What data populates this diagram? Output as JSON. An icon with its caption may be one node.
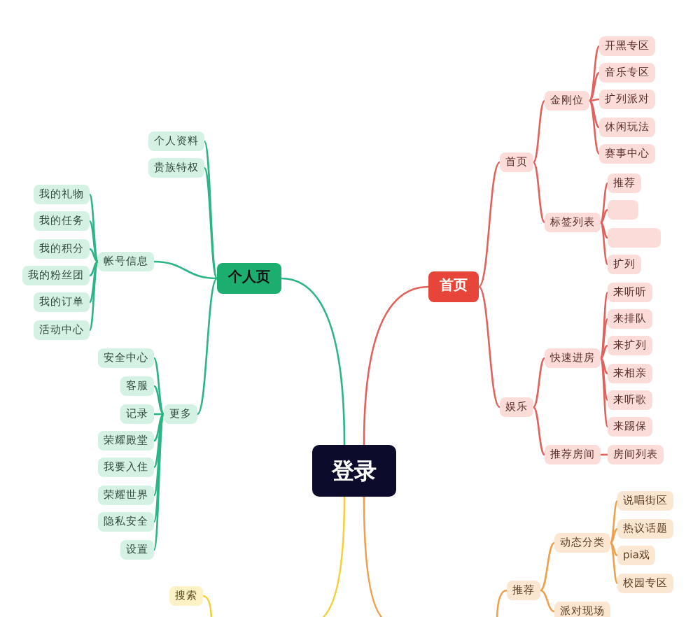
{
  "diagram": {
    "nodes": [
      {
        "text": [
          "登录"
        ]
      },
      {
        "text": [
          "个人页"
        ]
      },
      {
        "text": [
          "个人资料"
        ]
      },
      {
        "text": [
          "贵族特权"
        ]
      },
      {
        "text": [
          "帐号信息"
        ]
      },
      {
        "text": [
          "我的礼物"
        ]
      },
      {
        "text": [
          "我的任务"
        ]
      },
      {
        "text": [
          "我的积分"
        ]
      },
      {
        "text": [
          "我的粉丝团"
        ]
      },
      {
        "text": [
          "我的订单"
        ]
      },
      {
        "text": [
          "活动中心"
        ]
      },
      {
        "text": [
          "更多"
        ]
      },
      {
        "text": [
          "安全中心"
        ]
      },
      {
        "text": [
          "客服"
        ]
      },
      {
        "text": [
          "记录"
        ]
      },
      {
        "text": [
          "荣耀殿堂"
        ]
      },
      {
        "text": [
          "我要入住"
        ]
      },
      {
        "text": [
          "荣耀世界"
        ]
      },
      {
        "text": [
          "隐私安全"
        ]
      },
      {
        "text": [
          "设置"
        ]
      },
      {
        "text": [
          "首页"
        ]
      },
      {
        "text": [
          "首页"
        ]
      },
      {
        "text": [
          "金刚位"
        ]
      },
      {
        "text": [
          "开黑专区"
        ]
      },
      {
        "text": [
          "音乐专区"
        ]
      },
      {
        "text": [
          "扩列派对"
        ]
      },
      {
        "text": [
          "休闲玩法"
        ]
      },
      {
        "text": [
          "赛事中心"
        ]
      },
      {
        "text": [
          "标签列表"
        ]
      },
      {
        "text": [
          "推荐"
        ]
      },
      {
        "text": [],
        "shape": "box"
      },
      {
        "text": [],
        "shape": "box"
      },
      {
        "text": [
          "扩列"
        ]
      },
      {
        "text": [
          "娱乐"
        ]
      },
      {
        "text": [
          "快速进房"
        ]
      },
      {
        "text": [
          "来听听"
        ]
      },
      {
        "text": [
          "来排队"
        ]
      },
      {
        "text": [
          "来扩列"
        ]
      },
      {
        "text": [
          "来相亲"
        ]
      },
      {
        "text": [
          "来听歌"
        ]
      },
      {
        "text": [
          "来踢保"
        ]
      },
      {
        "text": [
          "推荐房间"
        ]
      },
      {
        "text": [
          "房间列表"
        ]
      },
      {
        "text": [
          "推荐"
        ]
      },
      {
        "text": [
          "动态分类"
        ]
      },
      {
        "text": [
          "说唱街区"
        ]
      },
      {
        "text": [
          "热议话题"
        ]
      },
      {
        "text": [
          "pia戏"
        ]
      },
      {
        "text": [
          "校园专区"
        ]
      },
      {
        "text": [
          "派对现场"
        ]
      },
      {
        "text": [
          "搜索"
        ]
      }
    ],
    "edges": [
      {
        "from": 0,
        "to": 1,
        "arrow": "none",
        "color": "#2bb585"
      },
      {
        "from": 1,
        "to": 2,
        "arrow": "none",
        "color": "#2bb585"
      },
      {
        "from": 1,
        "to": 3,
        "arrow": "none",
        "color": "#2bb585"
      },
      {
        "from": 1,
        "to": 4,
        "arrow": "none",
        "color": "#2bb585"
      },
      {
        "from": 4,
        "to": 5,
        "arrow": "none",
        "color": "#2bb585"
      },
      {
        "from": 4,
        "to": 6,
        "arrow": "none",
        "color": "#2bb585"
      },
      {
        "from": 4,
        "to": 7,
        "arrow": "none",
        "color": "#2bb585"
      },
      {
        "from": 4,
        "to": 8,
        "arrow": "none",
        "color": "#2bb585"
      },
      {
        "from": 4,
        "to": 9,
        "arrow": "none",
        "color": "#2bb585"
      },
      {
        "from": 4,
        "to": 10,
        "arrow": "none",
        "color": "#2bb585"
      },
      {
        "from": 1,
        "to": 11,
        "arrow": "none",
        "color": "#2bb585"
      },
      {
        "from": 11,
        "to": 12,
        "arrow": "none",
        "color": "#2bb585"
      },
      {
        "from": 11,
        "to": 13,
        "arrow": "none",
        "color": "#2bb585"
      },
      {
        "from": 11,
        "to": 14,
        "arrow": "none",
        "color": "#2bb585"
      },
      {
        "from": 11,
        "to": 15,
        "arrow": "none",
        "color": "#2bb585"
      },
      {
        "from": 11,
        "to": 16,
        "arrow": "none",
        "color": "#2bb585"
      },
      {
        "from": 11,
        "to": 17,
        "arrow": "none",
        "color": "#2bb585"
      },
      {
        "from": 11,
        "to": 18,
        "arrow": "none",
        "color": "#2bb585"
      },
      {
        "from": 11,
        "to": 19,
        "arrow": "none",
        "color": "#2bb585"
      },
      {
        "from": 0,
        "to": 20,
        "arrow": "none"
      },
      {
        "from": 20,
        "to": 21,
        "arrow": "none"
      },
      {
        "from": 21,
        "to": 22,
        "arrow": "none"
      },
      {
        "from": 22,
        "to": 23,
        "arrow": "none"
      },
      {
        "from": 22,
        "to": 24,
        "arrow": "none"
      },
      {
        "from": 22,
        "to": 25,
        "arrow": "none"
      },
      {
        "from": 22,
        "to": 26,
        "arrow": "none"
      },
      {
        "from": 22,
        "to": 27,
        "arrow": "none"
      },
      {
        "from": 21,
        "to": 28,
        "arrow": "none"
      },
      {
        "from": 28,
        "to": 29,
        "arrow": "none"
      },
      {
        "from": 28,
        "to": 30,
        "arrow": "none"
      },
      {
        "from": 28,
        "to": 31,
        "arrow": "none"
      },
      {
        "from": 28,
        "to": 32,
        "arrow": "none"
      },
      {
        "from": 20,
        "to": 33,
        "arrow": "none"
      },
      {
        "from": 33,
        "to": 34,
        "arrow": "none"
      },
      {
        "from": 34,
        "to": 35,
        "arrow": "none"
      },
      {
        "from": 34,
        "to": 36,
        "arrow": "none"
      },
      {
        "from": 34,
        "to": 37,
        "arrow": "none"
      },
      {
        "from": 34,
        "to": 38,
        "arrow": "none"
      },
      {
        "from": 34,
        "to": 39,
        "arrow": "none"
      },
      {
        "from": 34,
        "to": 40,
        "arrow": "none"
      },
      {
        "from": 33,
        "to": 41,
        "arrow": "none"
      },
      {
        "from": 41,
        "to": 42,
        "arrow": "none"
      },
      {
        "from": 0,
        "to": null,
        "arrow": "none",
        "color": "#f2d13c"
      },
      {
        "from": 0,
        "to": null,
        "arrow": "none",
        "color": "#f0a04b"
      },
      {
        "from": null,
        "to": 43,
        "arrow": "none",
        "color": "#f0a04b"
      },
      {
        "from": 43,
        "to": 44,
        "arrow": "none",
        "color": "#f0a04b"
      },
      {
        "from": 44,
        "to": 45,
        "arrow": "none",
        "color": "#f0a04b"
      },
      {
        "from": 44,
        "to": 46,
        "arrow": "none",
        "color": "#f0a04b"
      },
      {
        "from": 44,
        "to": 47,
        "arrow": "none",
        "color": "#f0a04b"
      },
      {
        "from": 44,
        "to": 48,
        "arrow": "none",
        "color": "#f0a04b"
      },
      {
        "from": 43,
        "to": 49,
        "arrow": "none",
        "color": "#f0a04b"
      },
      {
        "from": null,
        "to": 50,
        "arrow": "none",
        "color": "#f2d13c"
      }
    ]
  }
}
